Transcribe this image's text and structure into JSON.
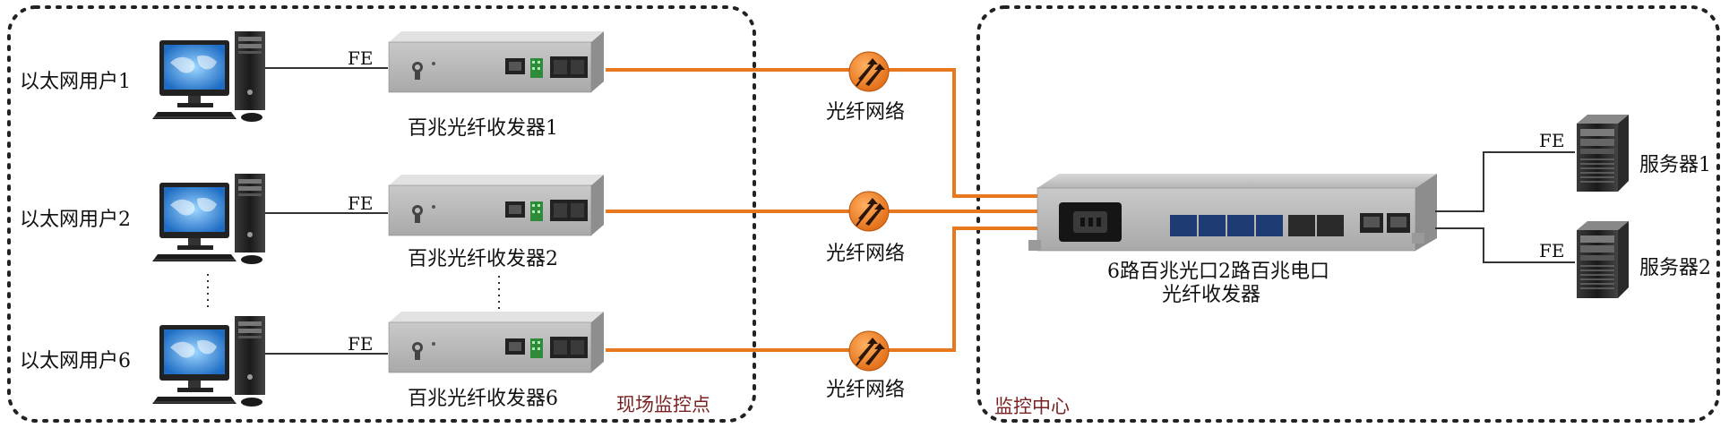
{
  "site_zone": {
    "label": "现场监控点"
  },
  "center_zone": {
    "label": "监控中心"
  },
  "users": [
    {
      "label": "以太网用户1",
      "link_label": "FE",
      "device_label": "百兆光纤收发器1"
    },
    {
      "label": "以太网用户2",
      "link_label": "FE",
      "device_label": "百兆光纤收发器2"
    },
    {
      "label": "以太网用户6",
      "link_label": "FE",
      "device_label": "百兆光纤收发器6"
    }
  ],
  "networks": [
    {
      "label": "光纤网络"
    },
    {
      "label": "光纤网络"
    },
    {
      "label": "光纤网络"
    }
  ],
  "main_device": {
    "label_line1": "6路百兆光口2路百兆电口",
    "label_line2": "光纤收发器"
  },
  "servers": [
    {
      "label": "服务器1",
      "link_label": "FE"
    },
    {
      "label": "服务器2",
      "link_label": "FE"
    }
  ],
  "colors": {
    "fiber": "#e8781e",
    "zone_text": "#7a2222",
    "border": "#222222"
  }
}
